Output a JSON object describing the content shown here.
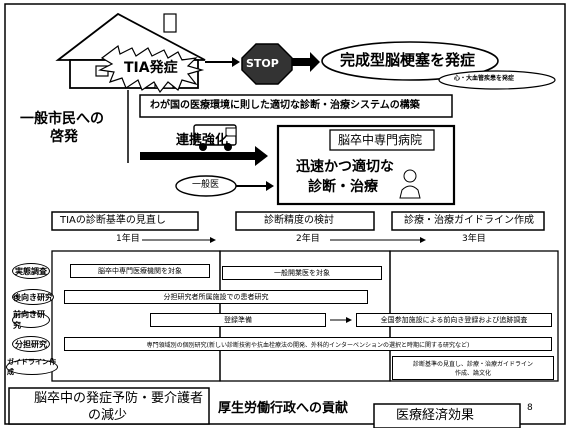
{
  "top": {
    "tia_onset": "TIA発症",
    "stop": "STOP",
    "complete_stroke": "完成型脳梗塞を発症",
    "cardio_note": "心・大血管疾患を発症"
  },
  "public_edu": {
    "line1": "一般市民への",
    "line2": "啓発"
  },
  "system_build": "わが国の医療環境に則した適切な診断・治療システムの構築",
  "hospital": "脳卒中専門病院",
  "cooperation": "連携強化",
  "gp": "一般医",
  "prompt_care": {
    "line1": "迅速かつ適切な",
    "line2": "診断・治療"
  },
  "goals": {
    "criteria": "TIAの診断基準の見直し",
    "accuracy": "診断精度の検討",
    "guideline": "診療・治療ガイドライン作成"
  },
  "years": {
    "y1": "1年目",
    "y2": "2年目",
    "y3": "3年目"
  },
  "rows": [
    {
      "label": "実態調査",
      "bars": [
        "脳卒中専門医療機関を対象",
        "一般開業医を対象"
      ]
    },
    {
      "label": "後向き研究",
      "bars": [
        "分担研究者所属施設での患者研究"
      ]
    },
    {
      "label": "前向き研究",
      "bars": [
        "登録準備",
        "全国参加施設による前向き登録および追跡調査"
      ]
    },
    {
      "label": "分担研究",
      "bars": [
        "専門領域別の個別研究(新しい診断技術や抗血栓療法の開発、外科的インターベンションの選択と時期に関する研究など)"
      ]
    },
    {
      "label": "ガイドライン作成",
      "bars": [
        "診断基準の見直し、診療・治療ガイドライン",
        "作成、論文化"
      ]
    }
  ],
  "bottom": {
    "prevention_l1": "脳卒中の発症予防・要介護者",
    "prevention_l2": "の減少",
    "contribution": "厚生労働行政への貢献",
    "economic": "医療経済効果",
    "page": "8"
  }
}
